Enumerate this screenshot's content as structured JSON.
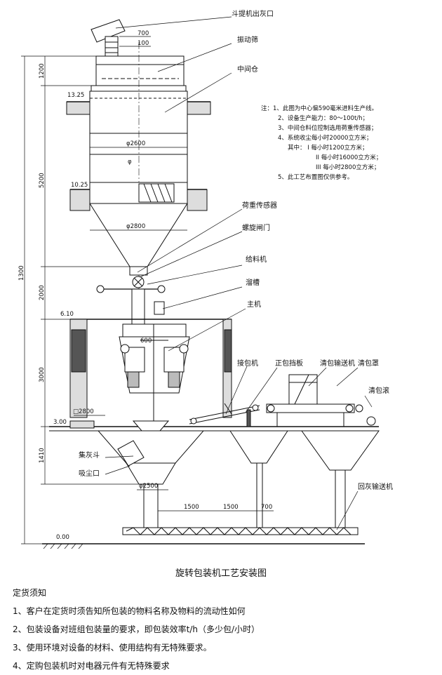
{
  "labels": {
    "elevator_outlet": "斗提机出灰口",
    "vibrating_screen": "振动筛",
    "intermediate_bin": "中间仓",
    "load_cell": "荷重传感器",
    "screw_gate": "螺旋闸门",
    "feeder": "给料机",
    "chute": "溜槽",
    "main_machine": "主机",
    "bag_receiver": "接包机",
    "bag_guide": "正包挡板",
    "bag_clean_conveyor": "清包输送机",
    "bag_clean_hood": "清包罩",
    "bag_clean_roller": "清包滚",
    "dust_hopper": "集灰斗",
    "dust_suction": "吸尘口",
    "return_conveyor": "回灰输送机"
  },
  "dims": {
    "d700_top": "700",
    "d100": "100",
    "d1200": "1200",
    "d5200": "5200",
    "d1300": "1300",
    "d2000": "2000",
    "d3000": "3000",
    "d1410": "1410",
    "phi2600": "φ2600",
    "phi": "φ",
    "phi2800": "φ2800",
    "phi2500": "φ2500",
    "sq2800": "□2800",
    "d600": "600",
    "d1500a": "1500",
    "d1500b": "1500",
    "d700_bottom": "700"
  },
  "elevations": {
    "e1325": "13.25",
    "e1025": "10.25",
    "e610": "6.10",
    "e300": "3.00",
    "e000": "0.00"
  },
  "notes": [
    "注：1、此图为中心偏590毫米进料生产线。",
    "2、设备生产能力：80～100t/h；",
    "3、中间仓料位控制选用荷重传感器；",
    "4、系统收尘每小时20000立方米；",
    "其中：  I 每小时1200立方米；",
    "II 每小时16000立方米；",
    "III 每小时2800立方米；",
    "5、此工艺布置图仅供参考。"
  ],
  "caption": "旋转包装机工艺安装图",
  "requirements": {
    "heading": "定货须知",
    "items": [
      "1、客户在定货时须告知所包装的物料名称及物料的流动性如何",
      "2、包装设备对班组包装量的要求，即包装效率t/h（多少包/小时）",
      "3、使用环境对设备的材料、使用结构有无特殊要求。",
      "4、定购包装机时对电器元件有无特殊要求"
    ]
  }
}
